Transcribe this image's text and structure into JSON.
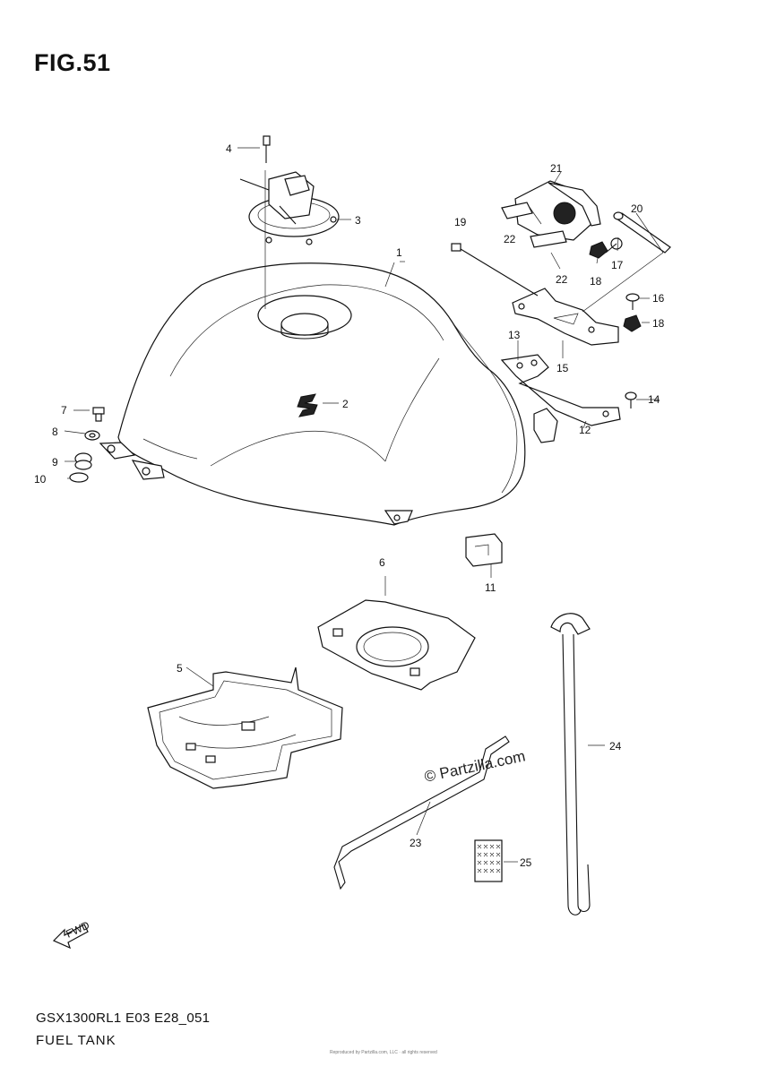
{
  "figure": {
    "title": "FIG.51",
    "code": "GSX1300RL1 E03 E28_051",
    "name": "FUEL TANK",
    "watermark": "© Partzilla.com",
    "fine_print": "Reproduced by Partzilla.com, LLC · all rights reserved"
  },
  "direction_marker": {
    "label": "FWD",
    "icon": "fwd-arrow-icon"
  },
  "callouts": [
    {
      "id": "1",
      "label": "1"
    },
    {
      "id": "2",
      "label": "2"
    },
    {
      "id": "3",
      "label": "3"
    },
    {
      "id": "4",
      "label": "4"
    },
    {
      "id": "5",
      "label": "5"
    },
    {
      "id": "6",
      "label": "6"
    },
    {
      "id": "7",
      "label": "7"
    },
    {
      "id": "8",
      "label": "8"
    },
    {
      "id": "9",
      "label": "9"
    },
    {
      "id": "10",
      "label": "10"
    },
    {
      "id": "11",
      "label": "11"
    },
    {
      "id": "12",
      "label": "12"
    },
    {
      "id": "13",
      "label": "13"
    },
    {
      "id": "14",
      "label": "14"
    },
    {
      "id": "15",
      "label": "15"
    },
    {
      "id": "16",
      "label": "16"
    },
    {
      "id": "17",
      "label": "17"
    },
    {
      "id": "18a",
      "label": "18"
    },
    {
      "id": "18b",
      "label": "18"
    },
    {
      "id": "19",
      "label": "19"
    },
    {
      "id": "20",
      "label": "20"
    },
    {
      "id": "21",
      "label": "21"
    },
    {
      "id": "22a",
      "label": "22"
    },
    {
      "id": "22b",
      "label": "22"
    },
    {
      "id": "23",
      "label": "23"
    },
    {
      "id": "24",
      "label": "24"
    },
    {
      "id": "25",
      "label": "25"
    }
  ]
}
